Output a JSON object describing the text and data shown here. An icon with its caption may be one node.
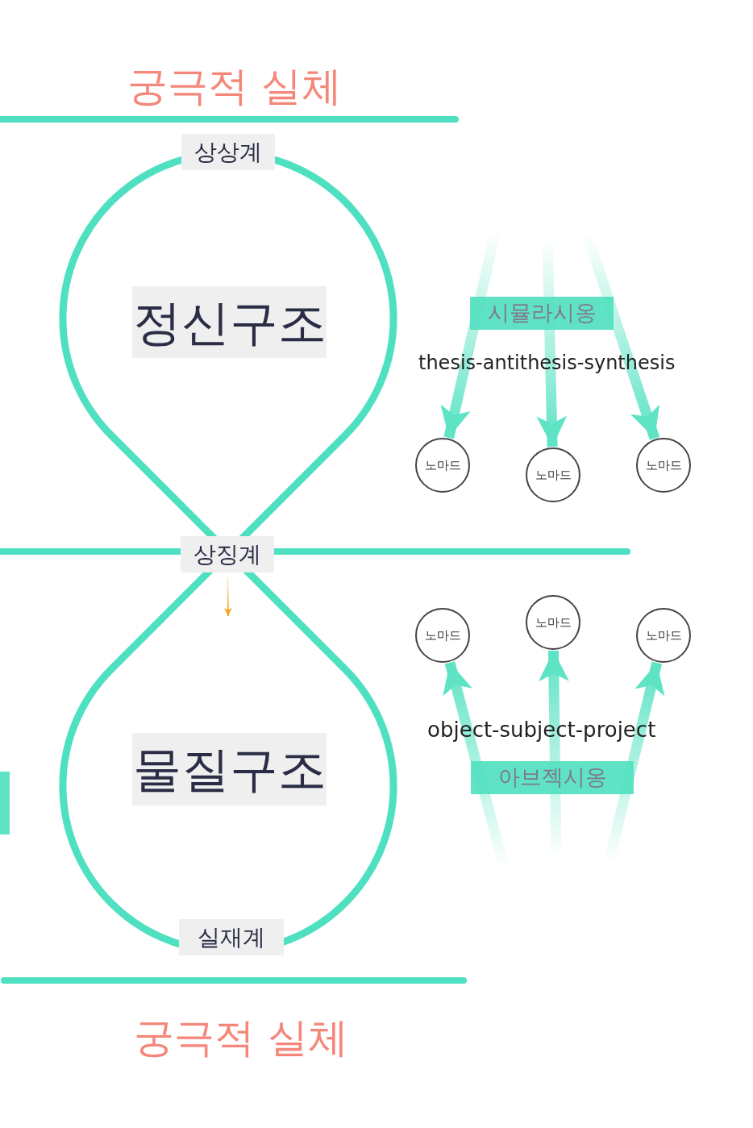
{
  "diagram": {
    "nodes": [
      {
        "text": [
          "상상계"
        ]
      },
      {
        "text": [
          "정신구조"
        ]
      },
      {
        "text": [
          "시뮬라시옹"
        ]
      },
      {
        "text": [
          "노마드"
        ]
      },
      {
        "text": [
          "노마드"
        ]
      },
      {
        "text": [
          "노마드"
        ]
      },
      {
        "text": [
          "상징계"
        ]
      },
      {
        "text": [
          "노마드"
        ]
      },
      {
        "text": [
          "노마드"
        ]
      },
      {
        "text": [
          "노마드"
        ]
      },
      {
        "text": [
          "물질구조"
        ]
      },
      {
        "text": [
          "아브젝시옹"
        ]
      },
      {
        "text": [
          "실재계"
        ]
      }
    ],
    "edges": [
      {
        "from": null,
        "to": 3,
        "arrow": "to",
        "style": "thick"
      },
      {
        "from": null,
        "to": 4,
        "arrow": "to",
        "style": "thick"
      },
      {
        "from": null,
        "to": 5,
        "arrow": "to",
        "style": "thick"
      },
      {
        "from": 6,
        "to": null,
        "arrow": "to",
        "color": "#f5a623"
      },
      {
        "from": null,
        "to": 7,
        "arrow": "to",
        "style": "thick"
      },
      {
        "from": null,
        "to": 8,
        "arrow": "to",
        "style": "thick"
      },
      {
        "from": null,
        "to": 9,
        "arrow": "to",
        "style": "thick"
      }
    ],
    "labels": [
      "궁극적 실체",
      "thesis-antithesis-synthesis",
      "object-subject-project",
      "궁극적 실체"
    ]
  }
}
